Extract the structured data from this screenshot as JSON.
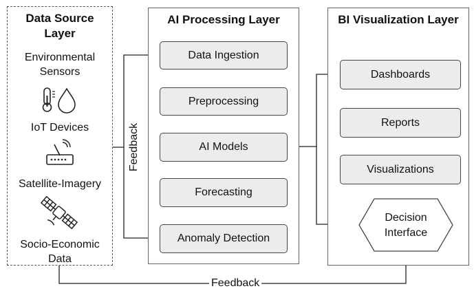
{
  "data_source_layer": {
    "title": "Data Source Layer",
    "sources": [
      {
        "label": "Environmental Sensors",
        "icon": "thermometer-droplet-icon"
      },
      {
        "label": "IoT Devices",
        "icon": "router-icon"
      },
      {
        "label": "Satellite-Imagery",
        "icon": "satellite-icon"
      },
      {
        "label": "Socio-Economic Data",
        "icon": ""
      }
    ]
  },
  "ai_processing_layer": {
    "title": "AI Processing Layer",
    "steps": [
      "Data Ingestion",
      "Preprocessing",
      "AI Models",
      "Forecasting",
      "Anomaly Detection"
    ]
  },
  "bi_visualization_layer": {
    "title": "BI Visualization Layer",
    "outputs": [
      "Dashboards",
      "Reports",
      "Visualizations"
    ],
    "decision_interface": "Decision Interface"
  },
  "feedback": {
    "left_label": "Feedback",
    "bottom_label": "Feedback"
  }
}
